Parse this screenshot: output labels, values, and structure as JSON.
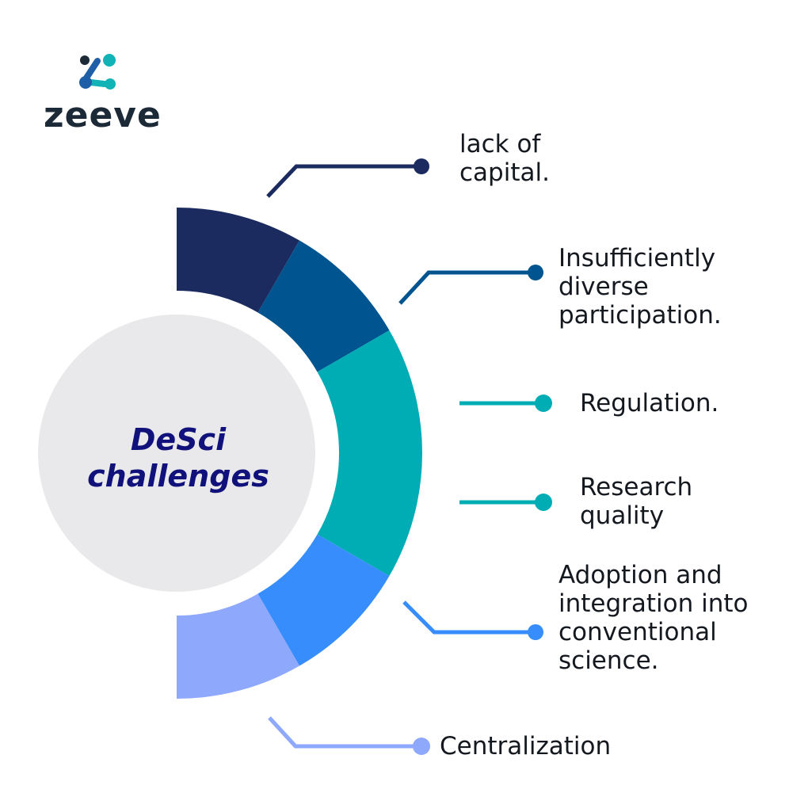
{
  "brand": {
    "name": "zeeve",
    "logo_icon": "zeeve-logo-icon",
    "colors": {
      "dark": "#1c2a38",
      "teal": "#12b3b6",
      "blue": "#1e5fa8"
    }
  },
  "diagram": {
    "center_title": "DeSci\nchallenges",
    "center_fill": "#e9e9ec",
    "center_text_color": "#10117a",
    "segments": [
      {
        "label": "lack of\ncapital.",
        "color": "#1b2b60"
      },
      {
        "label": "Insufficiently\ndiverse\nparticipation.",
        "color": "#00548f"
      },
      {
        "label": "Regulation.",
        "color": "#00adb5"
      },
      {
        "label": "Research\nquality",
        "color": "#00adb5"
      },
      {
        "label": "Adoption and\nintegration into\nconventional\nscience.",
        "color": "#368dfb"
      },
      {
        "label": "Centralization",
        "color": "#8ea8fb"
      }
    ]
  }
}
